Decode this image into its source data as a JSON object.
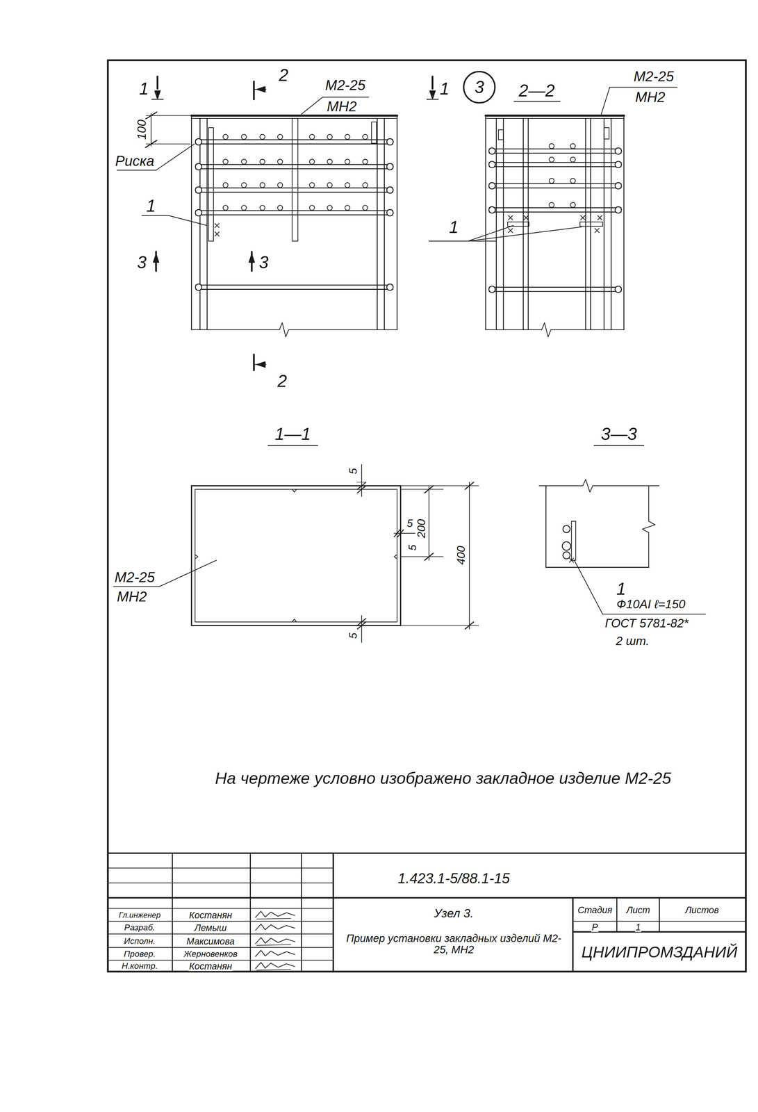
{
  "diagram": {
    "labels": [
      "1",
      "2",
      "М2-25",
      "МН2",
      "1",
      "3",
      "2—2",
      "М2-25",
      "МН2",
      "100",
      "Риска",
      "1",
      "3",
      "3",
      "2",
      "1",
      "1—1",
      "3—3",
      "5",
      "5",
      "5",
      "5",
      "200",
      "400",
      "М2-25",
      "МН2",
      "1",
      "Ф10АI ℓ=150",
      "ГОСТ 5781-82*",
      "2 шт.",
      "На чертеже условно изображено закладное изделие М2-25",
      "1.423.1-5/88.1-15",
      "Гл.инженер",
      "Костанян",
      "Разраб.",
      "Лемыш",
      "Исполн.",
      "Максимова",
      "Провер.",
      "Жерновенков",
      "Н.контр.",
      "Костанян",
      "Узел 3.",
      "Пример установки закладных изделий М2-25, МН2",
      "Стадия",
      "Лист",
      "Листов",
      "Р",
      "1",
      "ЦНИИПРОМЗДАНИЙ"
    ]
  }
}
